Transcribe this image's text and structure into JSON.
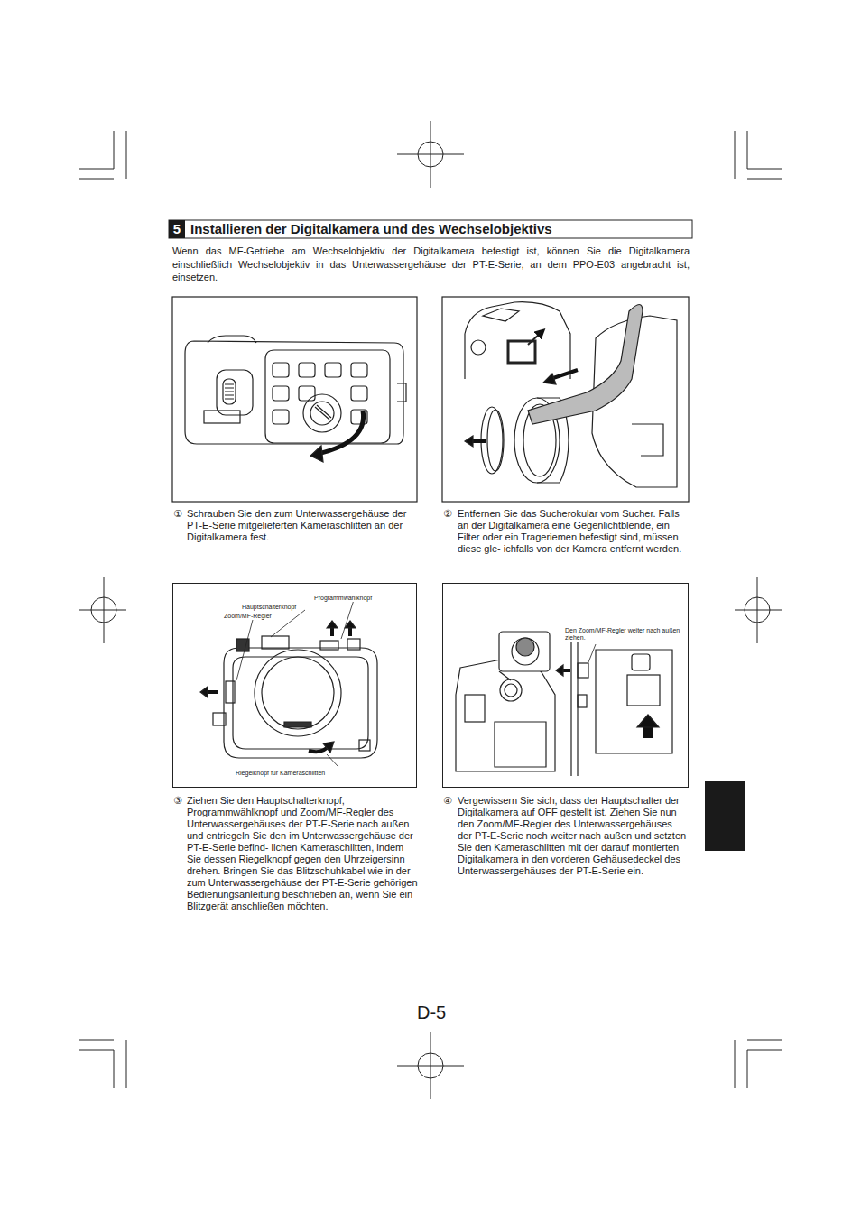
{
  "diagram": {
    "title": "Installieren der Digitalkamera und des Wechselobjektivs",
    "nodes": [
      {
        "text": [
          "Programmwählknopf",
          "Hauptschalterknopf",
          "Zoom/MF-Regler",
          "Riegelknopf für Kameraschlitten"
        ]
      },
      {
        "text": [
          "Den Zoom/MF-Regler weiter nach außen ziehen."
        ]
      }
    ],
    "labels": [
      "5",
      "Wenn das MF-Getriebe am Wechselobjektiv der Digitalkamera befestigt ist, können Sie die Digitalkamera einschließlich Wechselobjektiv in das Unterwassergehäuse der PT-E-Serie, an dem PPO-E03 angebracht ist, einsetzen.",
      "①",
      "Schrauben Sie den zum Unterwassergehäuse der PT-E-Serie mitgelieferten Kameraschlitten an der Digitalkamera fest.",
      "②",
      "Entfernen Sie das Sucherokular vom Sucher. Falls an der Digitalkamera eine Gegenlichtblende, ein Filter oder ein Trageriemen befestigt sind, müssen diese gle- ichfalls von der Kamera entfernt werden.",
      "③",
      "Ziehen Sie den Hauptschalterknopf, Programmwählknopf und Zoom/MF-Regler des Unterwassergehäuses der PT-E-Serie nach außen und entriegeln Sie den im Unterwassergehäuse der PT-E-Serie befind- lichen Kameraschlitten, indem Sie dessen Riegelknopf gegen den Uhrzeigersinn drehen. Bringen Sie das Blitzschuhkabel wie in der zum Unterwassergehäuse der PT-E-Serie gehörigen Bedienungsanleitung beschrieben an, wenn Sie ein Blitzgerät anschließen möchten.",
      "④",
      "Vergewissern Sie sich, dass der Hauptschalter der Digitalkamera auf OFF gestellt ist.   Ziehen Sie nun den Zoom/MF-Regler des Unterwassergehäuses der PT-E-Serie noch weiter nach außen und setzten Sie den Kameraschlitten mit der darauf montierten Digitalkamera in den vorderen Gehäusedeckel des Unterwassergehäuses der PT-E-Serie ein.",
      "D-5"
    ]
  }
}
